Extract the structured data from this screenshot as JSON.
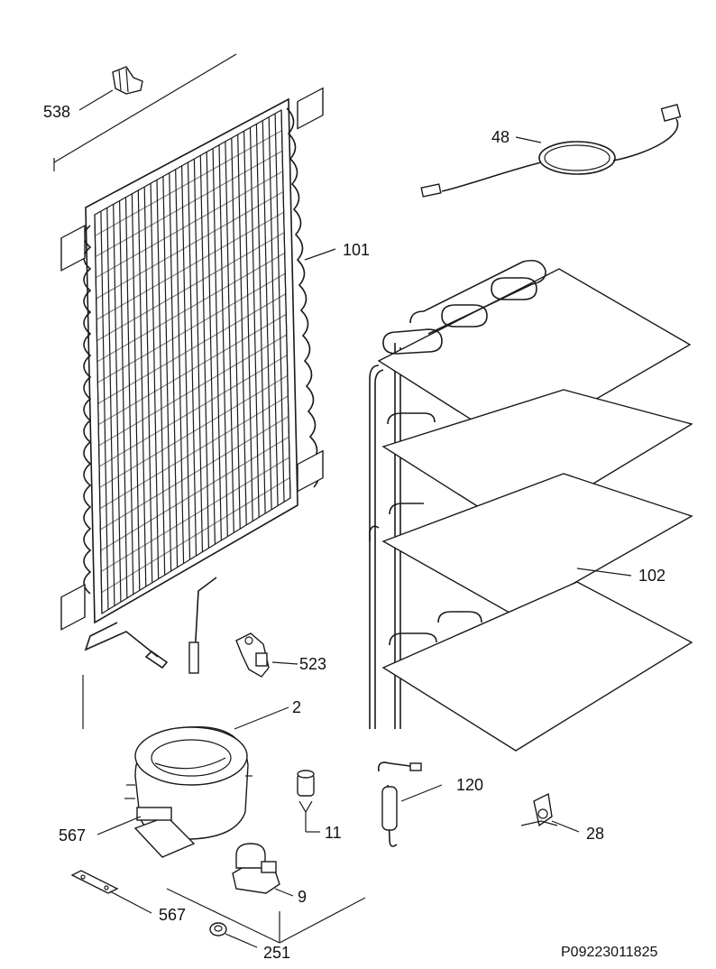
{
  "labels": {
    "p538": "538",
    "p48": "48",
    "p101": "101",
    "p102": "102",
    "p523": "523",
    "p2": "2",
    "p120": "120",
    "p28": "28",
    "p11": "11",
    "p567a": "567",
    "p567b": "567",
    "p9": "9",
    "p251": "251"
  },
  "document_code": "P09223011825"
}
